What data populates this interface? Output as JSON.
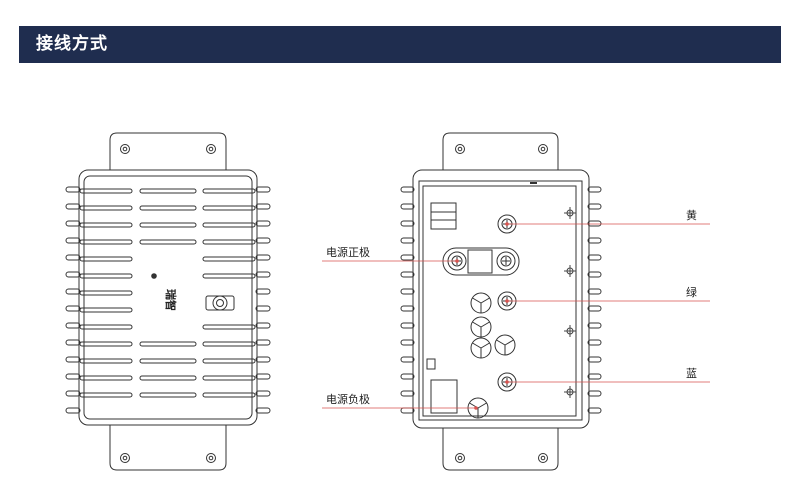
{
  "header": {
    "title": "接线方式"
  },
  "labels": {
    "positive": "电源正极",
    "negative": "电源负极",
    "yellow": "黄",
    "green": "绿",
    "blue": "蓝"
  },
  "logo_text": "瑞智"
}
